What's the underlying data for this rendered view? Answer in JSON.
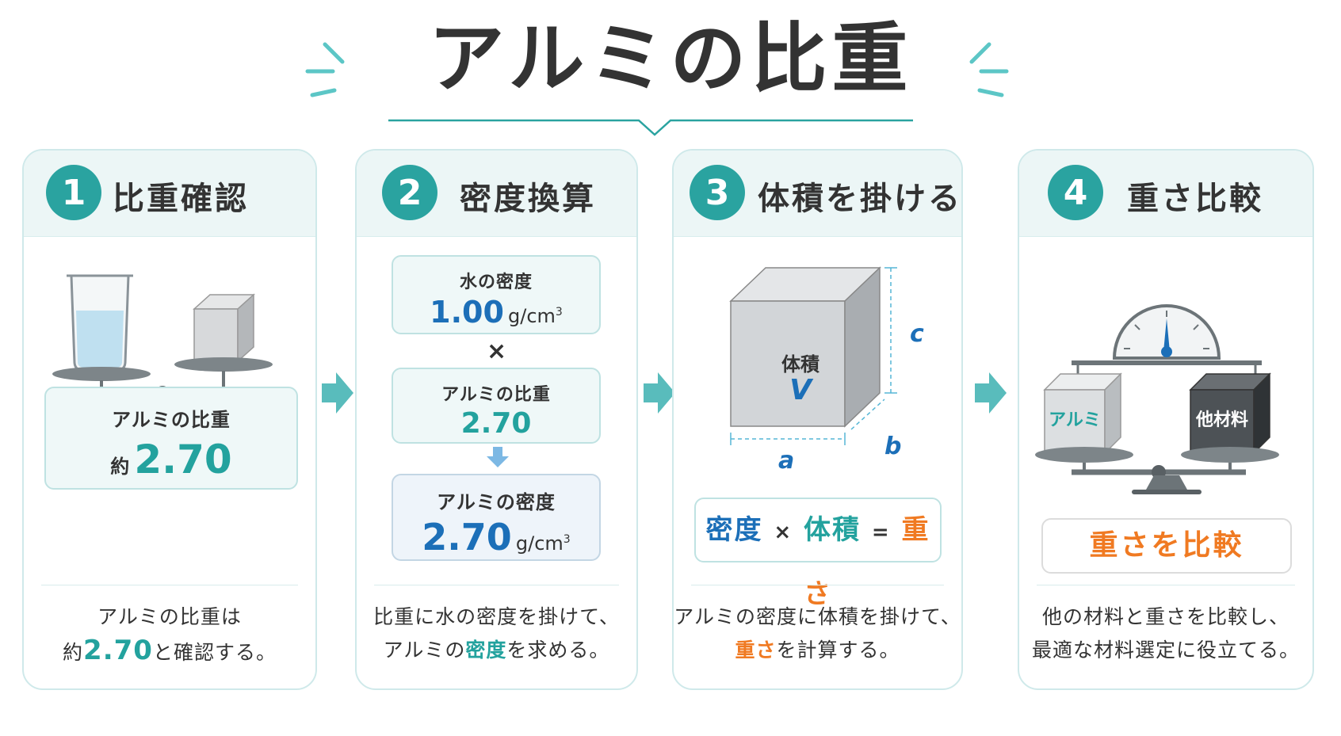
{
  "title": "アルミの比重",
  "colors": {
    "teal": "#2aa3a0",
    "blue": "#1c6fb8",
    "orange": "#f07a22",
    "card_border": "#cfe9ea",
    "header_bg": "#ecf6f6"
  },
  "steps": [
    {
      "num": "1",
      "title": "比重確認",
      "box_label": "アルミの比重",
      "box_prefix": "約",
      "box_value": "2.70",
      "caption_line1": "アルミの比重は",
      "caption_pre": "約",
      "caption_value": "2.70",
      "caption_post": "と確認する。"
    },
    {
      "num": "2",
      "title": "密度換算",
      "water_label": "水の密度",
      "water_value": "1.00",
      "unit_base": "g/cm",
      "unit_exp": "3",
      "times": "×",
      "gravity_label": "アルミの比重",
      "gravity_value": "2.70",
      "density_label": "アルミの密度",
      "density_value": "2.70",
      "caption_line1": "比重に水の密度を掛けて、",
      "caption_pre": "アルミの",
      "caption_highlight": "密度",
      "caption_post": "を求める。"
    },
    {
      "num": "3",
      "title": "体積を掛ける",
      "cube_label": "体積",
      "cube_symbol": "V",
      "dim_a": "a",
      "dim_b": "b",
      "dim_c": "c",
      "formula_density": "密度",
      "formula_times": "×",
      "formula_volume": "体積",
      "formula_equals": "=",
      "formula_weight": "重さ",
      "caption_line1": "アルミの密度に体積を掛けて、",
      "caption_highlight": "重さ",
      "caption_post": "を計算する。"
    },
    {
      "num": "4",
      "title": "重さ比較",
      "left_block": "アルミ",
      "right_block": "他材料",
      "compare_label": "重さを比較",
      "caption_line1": "他の材料と重さを比較し、",
      "caption_line2": "最適な材料選定に役立てる。"
    }
  ],
  "icons": [
    "beaker-icon",
    "aluminum-cube-icon",
    "balance-scale-icon",
    "down-arrow-icon",
    "right-arrow-icon",
    "cube-volume-icon",
    "dial-gauge-icon"
  ]
}
